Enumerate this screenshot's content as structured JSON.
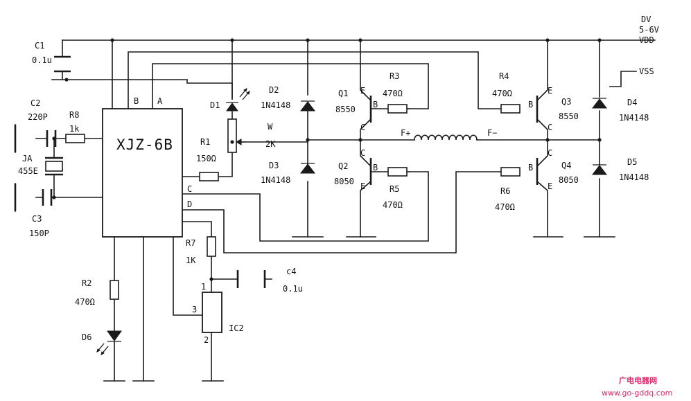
{
  "ic_main": {
    "name": "XJZ-6B",
    "pin_a": "A",
    "pin_b": "B",
    "pin_c": "C",
    "pin_d": "D"
  },
  "power": {
    "title": "DV",
    "range": "5-6V",
    "vdd": "VDD",
    "vss": "VSS"
  },
  "components": {
    "c1": {
      "ref": "C1",
      "value": "0.1u"
    },
    "c2": {
      "ref": "C2",
      "value": "220P"
    },
    "c3": {
      "ref": "C3",
      "value": "150P"
    },
    "c4": {
      "ref": "c4",
      "value": "0.1u"
    },
    "ja": {
      "ref": "JA",
      "value": "455E"
    },
    "r1": {
      "ref": "R1",
      "value": "150Ω"
    },
    "r2": {
      "ref": "R2",
      "value": "470Ω"
    },
    "r3": {
      "ref": "R3",
      "value": "470Ω"
    },
    "r4": {
      "ref": "R4",
      "value": "470Ω"
    },
    "r5": {
      "ref": "R5",
      "value": "470Ω"
    },
    "r6": {
      "ref": "R6",
      "value": "470Ω"
    },
    "r7": {
      "ref": "R7",
      "value": "1K"
    },
    "r8": {
      "ref": "R8",
      "value": "1k"
    },
    "w": {
      "ref": "W",
      "value": "2K"
    },
    "d1": {
      "ref": "D1"
    },
    "d2": {
      "ref": "D2",
      "value": "1N4148"
    },
    "d3": {
      "ref": "D3",
      "value": "1N4148"
    },
    "d4": {
      "ref": "D4",
      "value": "1N4148"
    },
    "d5": {
      "ref": "D5",
      "value": "1N4148"
    },
    "d6": {
      "ref": "D6"
    },
    "q1": {
      "ref": "Q1",
      "value": "8550"
    },
    "q2": {
      "ref": "Q2",
      "value": "8050"
    },
    "q3": {
      "ref": "Q3",
      "value": "8550"
    },
    "q4": {
      "ref": "Q4",
      "value": "8050"
    },
    "ic2": {
      "ref": "IC2",
      "pin1": "1",
      "pin2": "2",
      "pin3": "3"
    }
  },
  "transistor_pins": {
    "b": "B",
    "c": "C",
    "e": "E"
  },
  "coil": {
    "plus": "F+",
    "minus": "F−"
  },
  "watermark": {
    "line1": "广电电器网",
    "line2": "www.go-gddq.com"
  }
}
